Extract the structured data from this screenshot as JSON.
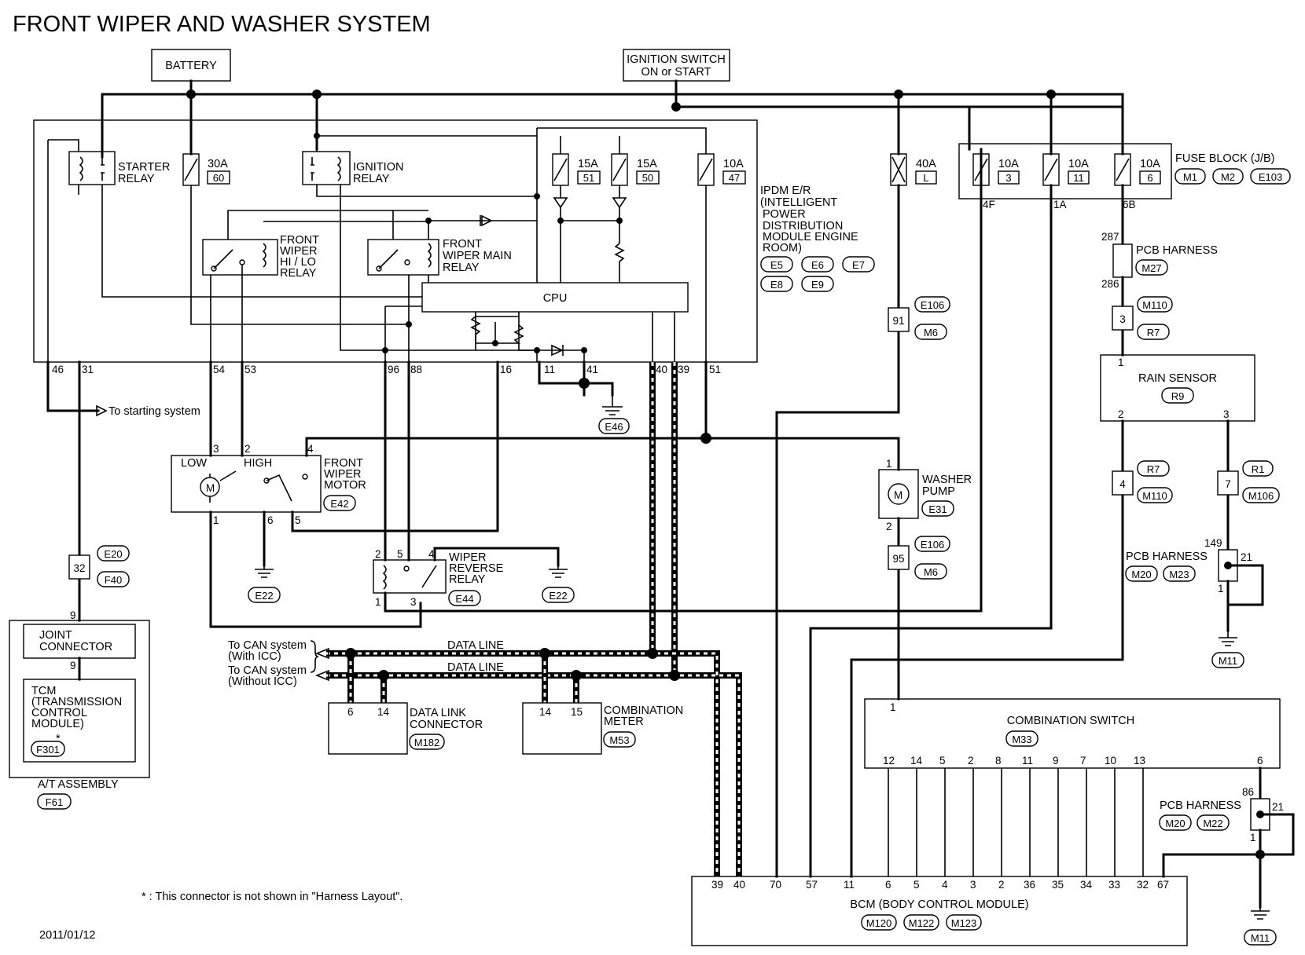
{
  "title": "FRONT WIPER AND WASHER SYSTEM",
  "date": "2011/01/12",
  "footnote": "* : This connector is not shown in \"Harness Layout\".",
  "power": {
    "battery": "BATTERY",
    "ignition_line1": "IGNITION SWITCH",
    "ignition_line2": "ON or START"
  },
  "ipdm": {
    "label": [
      "IPDM E/R",
      "(INTELLIGENT",
      "POWER",
      "DISTRIBUTION",
      "MODULE ENGINE",
      "ROOM)"
    ],
    "connectors": [
      "E5",
      "E6",
      "E7",
      "E8",
      "E9"
    ],
    "cpu": "CPU",
    "starter_relay": [
      "STARTER",
      "RELAY"
    ],
    "ignition_relay": [
      "IGNITION",
      "RELAY"
    ],
    "hi_lo_relay": [
      "FRONT",
      "WIPER",
      "HI / LO",
      "RELAY"
    ],
    "main_relay": [
      "FRONT",
      "WIPER MAIN",
      "RELAY"
    ],
    "fuses": [
      {
        "amp": "30A",
        "num": "60"
      },
      {
        "amp": "15A",
        "num": "51"
      },
      {
        "amp": "15A",
        "num": "50"
      },
      {
        "amp": "10A",
        "num": "47"
      }
    ],
    "pins": [
      "46",
      "31",
      "54",
      "53",
      "96",
      "88",
      "16",
      "11",
      "41",
      "40",
      "39",
      "51"
    ]
  },
  "fuse_block": {
    "label": "FUSE BLOCK (J/B)",
    "connectors": [
      "M1",
      "M2",
      "E103"
    ],
    "fuses": [
      {
        "amp": "10A",
        "num": "3",
        "pin": "4F"
      },
      {
        "amp": "10A",
        "num": "11",
        "pin": "1A"
      },
      {
        "amp": "10A",
        "num": "6",
        "pin": "6B"
      }
    ],
    "fusible_link": {
      "amp": "40A",
      "num": "L"
    }
  },
  "to_starting": "To starting system",
  "ground_e46": "E46",
  "front_wiper_motor": {
    "label": [
      "FRONT",
      "WIPER",
      "MOTOR"
    ],
    "conn": "E42",
    "low": "LOW",
    "high": "HIGH",
    "pins": [
      "3",
      "2",
      "4",
      "1",
      "6",
      "5"
    ]
  },
  "ground_e22": "E22",
  "wiper_reverse_relay": {
    "label": [
      "WIPER",
      "REVERSE",
      "RELAY"
    ],
    "conn": "E44",
    "pins": [
      "2",
      "5",
      "4",
      "1",
      "3"
    ]
  },
  "washer_pump": {
    "label": [
      "WASHER",
      "PUMP"
    ],
    "conn": "E31",
    "pins": [
      "1",
      "2"
    ]
  },
  "e106_91": {
    "pin": "91",
    "c1": "E106",
    "c2": "M6"
  },
  "e106_95": {
    "pin": "95",
    "c1": "E106",
    "c2": "M6"
  },
  "e20_32": {
    "pin": "32",
    "c1": "E20",
    "c2": "F40"
  },
  "joint_connector": [
    "JOINT",
    "CONNECTOR"
  ],
  "tcm": {
    "label": [
      "TCM",
      "(TRANSMISSION",
      "CONTROL",
      "MODULE)"
    ],
    "conn": "F301",
    "star": "*",
    "pin9a": "9",
    "pin9b": "9"
  },
  "at_assembly": {
    "label": "A/T ASSEMBLY",
    "conn": "F61"
  },
  "can": {
    "with_icc": [
      "To CAN system",
      "(With ICC)"
    ],
    "without_icc": [
      "To CAN system",
      "(Without ICC)"
    ],
    "data_line": "DATA LINE"
  },
  "data_link_connector": {
    "label": [
      "DATA LINK",
      "CONNECTOR"
    ],
    "conn": "M182",
    "pins": [
      "6",
      "14"
    ]
  },
  "combination_meter": {
    "label": [
      "COMBINATION",
      "METER"
    ],
    "conn": "M53",
    "pins": [
      "14",
      "15"
    ]
  },
  "pcb_harness_m27": {
    "label": "PCB HARNESS",
    "conn": "M27",
    "top": "287",
    "bottom": "286"
  },
  "m110_3": {
    "pin": "3",
    "c1": "M110",
    "c2": "R7"
  },
  "rain_sensor": {
    "label": "RAIN SENSOR",
    "conn": "R9",
    "pins": [
      "1",
      "2",
      "3"
    ]
  },
  "r7_4": {
    "pin": "4",
    "c1": "R7",
    "c2": "M110"
  },
  "r1_7": {
    "pin": "7",
    "c1": "R1",
    "c2": "M106"
  },
  "pcb_harness_m20_m23": {
    "label": "PCB HARNESS",
    "c1": "M20",
    "c2": "M23",
    "pins": [
      "149",
      "21",
      "1"
    ]
  },
  "ground_m11": "M11",
  "combination_switch": {
    "label": "COMBINATION SWITCH",
    "conn": "M33",
    "pin_top": "1",
    "pins": [
      "12",
      "14",
      "5",
      "2",
      "8",
      "11",
      "9",
      "7",
      "10",
      "13",
      "6"
    ]
  },
  "pcb_harness_m20_m22": {
    "label": "PCB HARNESS",
    "c1": "M20",
    "c2": "M22",
    "pins": [
      "86",
      "21",
      "1"
    ]
  },
  "bcm": {
    "label": "BCM (BODY CONTROL MODULE)",
    "connectors": [
      "M120",
      "M122",
      "M123"
    ],
    "pins": [
      "39",
      "40",
      "70",
      "57",
      "11",
      "6",
      "5",
      "4",
      "3",
      "2",
      "36",
      "35",
      "34",
      "33",
      "32",
      "67"
    ]
  }
}
